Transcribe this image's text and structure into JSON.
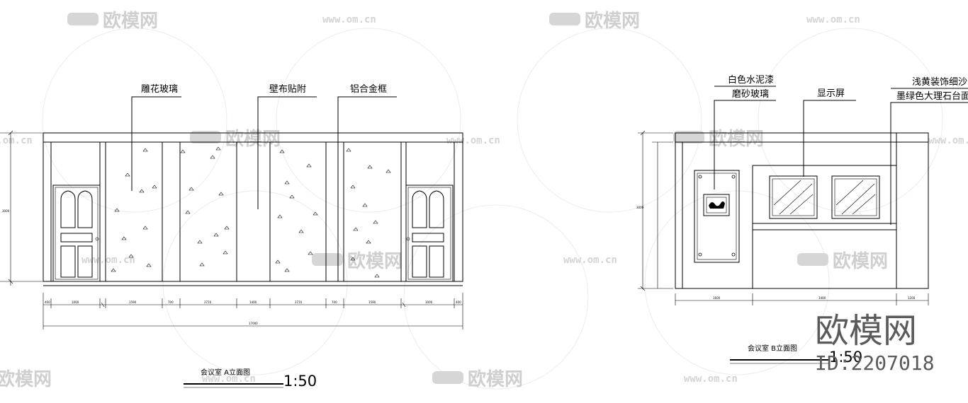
{
  "elevation_a": {
    "labels": [
      "雕花玻璃",
      "壁布贴附",
      "铝合金框"
    ],
    "title": "会议室 A立面图",
    "scale": "1:50",
    "dimensions": [
      "400",
      "1000",
      "1590",
      "700",
      "2710",
      "1400",
      "2710",
      "700",
      "1590",
      "1000",
      "400"
    ],
    "total_dimension": "17000",
    "height_dimension": "3000"
  },
  "elevation_b": {
    "label_left_top": "白色水泥漆",
    "label_left_bottom": "磨砂玻璃",
    "label_middle": "显示屏",
    "label_right_top": "浅黄装饰细沙",
    "label_right_bottom": "墨绿色大理石台面",
    "title": "会议室 B立面图",
    "scale": "1:50",
    "dimensions": [
      "1600",
      "3400",
      "1200"
    ],
    "height_dimension": "3000"
  },
  "watermarks": {
    "brand": "欧模网",
    "url": "www.om.cn",
    "id": "ID:2207018"
  }
}
